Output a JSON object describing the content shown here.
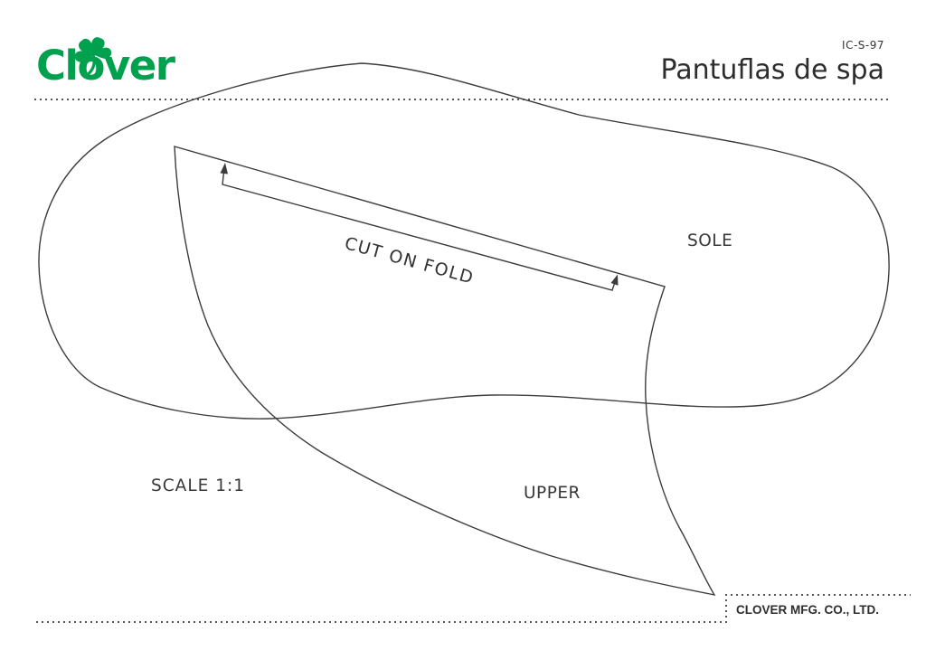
{
  "header": {
    "logo_text": "Clover",
    "code": "IC-S-97",
    "title": "Pantuflas de spa"
  },
  "pattern": {
    "sole_label": "SOLE",
    "upper_label": "UPPER",
    "fold_label": "CUT ON FOLD",
    "scale_label": "SCALE 1:1"
  },
  "footer": {
    "company": "CLOVER MFG. CO., LTD."
  },
  "colors": {
    "brand_green": "#00a14e",
    "line": "#3c3c3c",
    "text": "#333333",
    "dots": "#565656"
  }
}
